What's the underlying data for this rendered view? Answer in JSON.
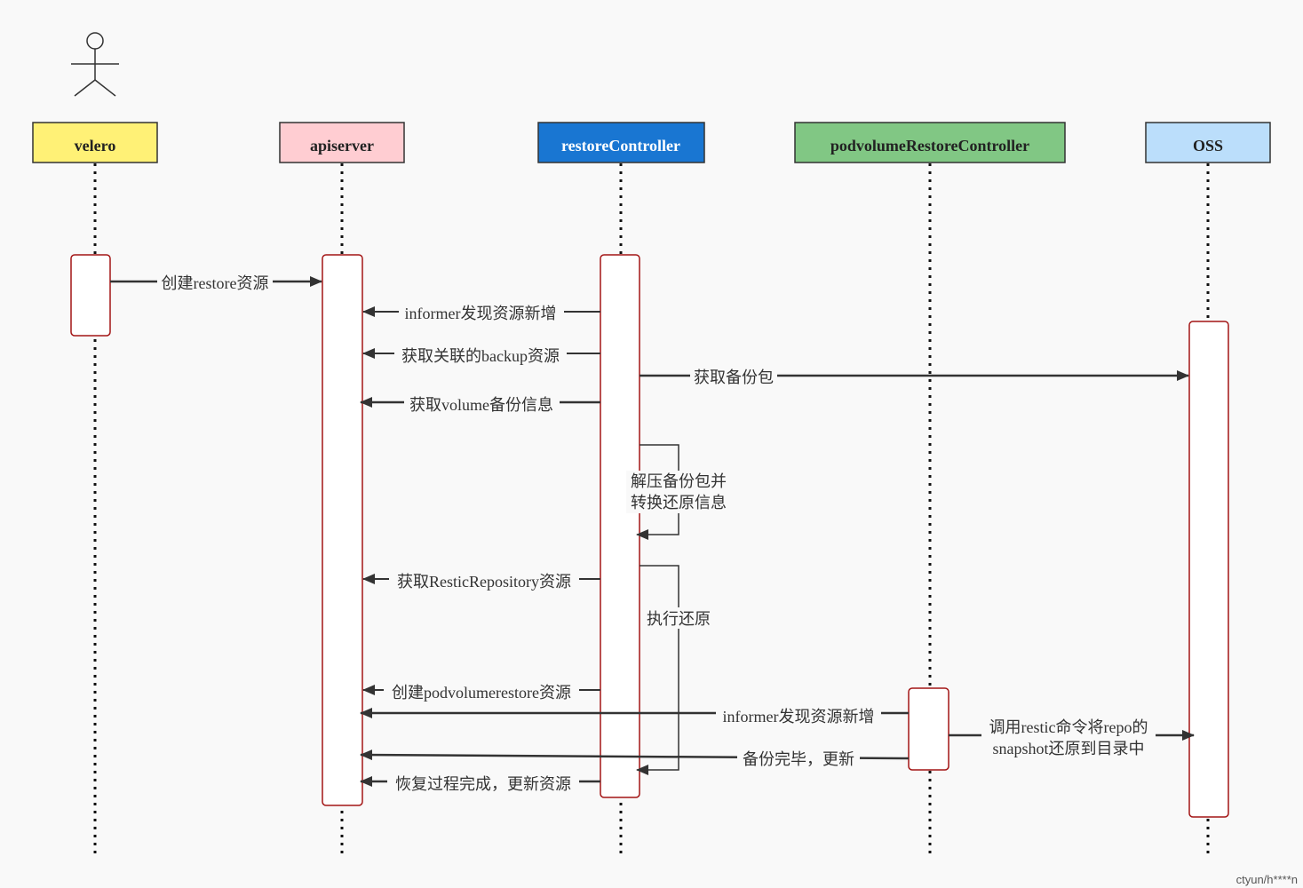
{
  "participants": [
    {
      "id": "velero",
      "label": "velero",
      "fill": "#fff176",
      "text_color": "#222222"
    },
    {
      "id": "apiserver",
      "label": "apiserver",
      "fill": "#ffcdd2",
      "text_color": "#222222"
    },
    {
      "id": "restore-controller",
      "label": "restoreController",
      "fill": "#1976d2",
      "text_color": "#ffffff"
    },
    {
      "id": "podvolume-restore-controller",
      "label": "podvolumeRestoreController",
      "fill": "#81c784",
      "text_color": "#222222"
    },
    {
      "id": "oss",
      "label": "OSS",
      "fill": "#bbdefb",
      "text_color": "#222222"
    }
  ],
  "messages": [
    {
      "id": "create-restore",
      "from": "velero",
      "to": "apiserver",
      "label": "创建restore资源"
    },
    {
      "id": "informer-new-resource-1",
      "from": "restoreController",
      "to": "apiserver",
      "label": "informer发现资源新增"
    },
    {
      "id": "get-backup-resource",
      "from": "restoreController",
      "to": "apiserver",
      "label": "获取关联的backup资源"
    },
    {
      "id": "get-backup-package",
      "from": "restoreController",
      "to": "OSS",
      "label": "获取备份包"
    },
    {
      "id": "get-volume-backup-info",
      "from": "restoreController",
      "to": "apiserver",
      "label": "获取volume备份信息"
    },
    {
      "id": "decompress-convert",
      "from": "restoreController",
      "to": "restoreController",
      "label_lines": [
        "解压备份包并",
        "转换还原信息"
      ]
    },
    {
      "id": "get-restic-repository",
      "from": "restoreController",
      "to": "apiserver",
      "label": "获取ResticRepository资源"
    },
    {
      "id": "execute-restore",
      "from": "restoreController",
      "to": "restoreController",
      "label": "执行还原"
    },
    {
      "id": "create-podvolumerestore",
      "from": "restoreController",
      "to": "apiserver",
      "label": "创建podvolumerestore资源"
    },
    {
      "id": "informer-new-resource-2",
      "from": "podvolumeRestoreController",
      "to": "apiserver",
      "label": "informer发现资源新增"
    },
    {
      "id": "restic-restore-snapshot",
      "from": "podvolumeRestoreController",
      "to": "OSS",
      "label_lines": [
        "调用restic命令将repo的",
        "snapshot还原到目录中"
      ]
    },
    {
      "id": "backup-done-update",
      "from": "podvolumeRestoreController",
      "to": "apiserver",
      "label": "备份完毕，更新"
    },
    {
      "id": "restore-complete-update",
      "from": "restoreController",
      "to": "apiserver",
      "label": "恢复过程完成，更新资源"
    }
  ],
  "colors": {
    "lifeline": "#111111",
    "activation_border": "#a31515",
    "arrow": "#333333"
  },
  "actor_icon": "stick-figure-actor-icon",
  "watermark": "ctyun/h****n"
}
